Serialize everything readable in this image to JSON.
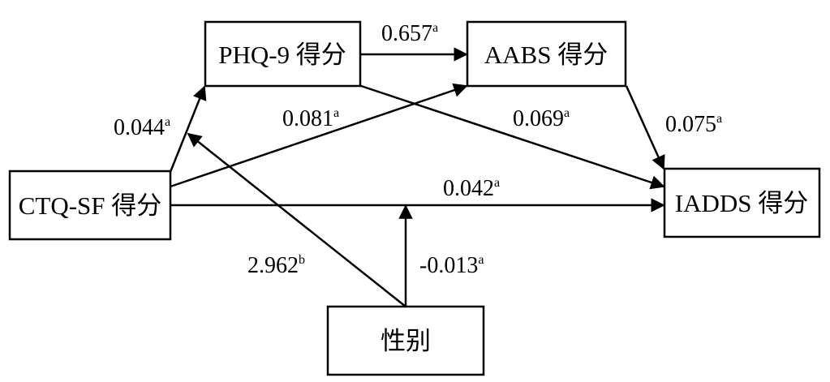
{
  "nodes": {
    "phq9": "PHQ-9 得分",
    "aabs": "AABS 得分",
    "ctqsf": "CTQ-SF 得分",
    "iadds": "IADDS 得分",
    "gender": "性别"
  },
  "paths": {
    "phq9_aabs": {
      "value": "0.657",
      "sup": "a"
    },
    "ctqsf_phq9": {
      "value": "0.044",
      "sup": "a"
    },
    "ctqsf_aabs": {
      "value": "0.081",
      "sup": "a"
    },
    "phq9_iadds": {
      "value": "0.069",
      "sup": "a"
    },
    "aabs_iadds": {
      "value": "0.075",
      "sup": "a"
    },
    "ctqsf_iadds": {
      "value": "0.042",
      "sup": "a"
    },
    "gender_mod1": {
      "value": "2.962",
      "sup": "b"
    },
    "gender_mod2": {
      "value": "-0.013",
      "sup": "a"
    }
  },
  "colors": {
    "stroke": "#000000",
    "background": "#ffffff"
  }
}
